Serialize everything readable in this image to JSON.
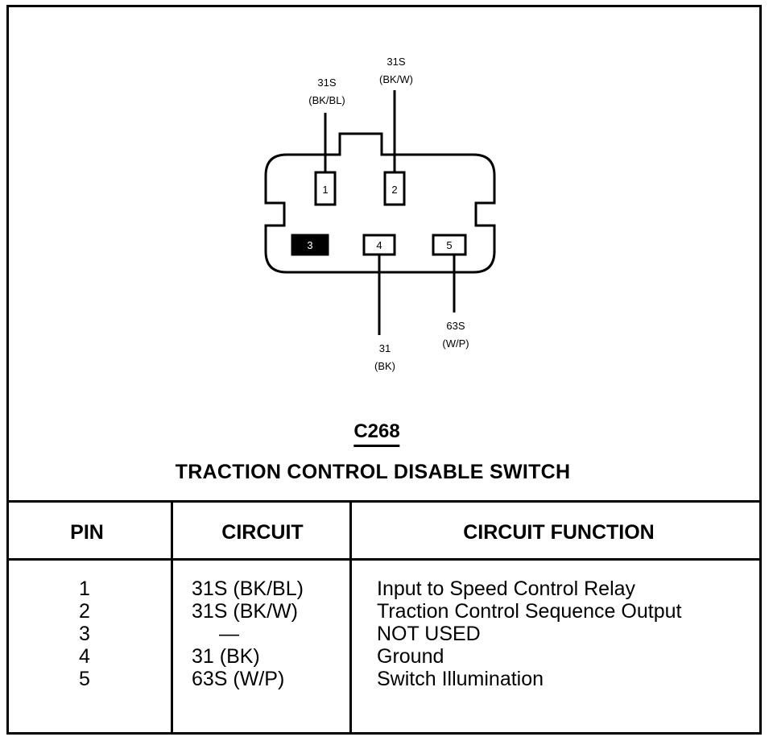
{
  "connector": {
    "id": "C268",
    "name": "TRACTION CONTROL DISABLE SWITCH",
    "cavities": [
      {
        "pin": "1",
        "filled": false
      },
      {
        "pin": "2",
        "filled": false
      },
      {
        "pin": "3",
        "filled": true
      },
      {
        "pin": "4",
        "filled": false
      },
      {
        "pin": "5",
        "filled": false
      }
    ],
    "wire_labels": [
      {
        "pin": "1",
        "circuit": "31S",
        "color": "(BK/BL)"
      },
      {
        "pin": "2",
        "circuit": "31S",
        "color": "(BK/W)"
      },
      {
        "pin": "4",
        "circuit": "31",
        "color": "(BK)"
      },
      {
        "pin": "5",
        "circuit": "63S",
        "color": "(W/P)"
      }
    ]
  },
  "table": {
    "headers": [
      "PIN",
      "CIRCUIT",
      "CIRCUIT FUNCTION"
    ],
    "rows": [
      {
        "pin": "1",
        "circuit": "31S (BK/BL)",
        "function": "Input to Speed Control Relay"
      },
      {
        "pin": "2",
        "circuit": "31S (BK/W)",
        "function": "Traction Control Sequence Output"
      },
      {
        "pin": "3",
        "circuit": "—",
        "function": "NOT USED"
      },
      {
        "pin": "4",
        "circuit": "31 (BK)",
        "function": "Ground"
      },
      {
        "pin": "5",
        "circuit": "63S (W/P)",
        "function": "Switch Illumination"
      }
    ]
  },
  "colors": {
    "ink": "#000000",
    "paper": "#ffffff"
  }
}
